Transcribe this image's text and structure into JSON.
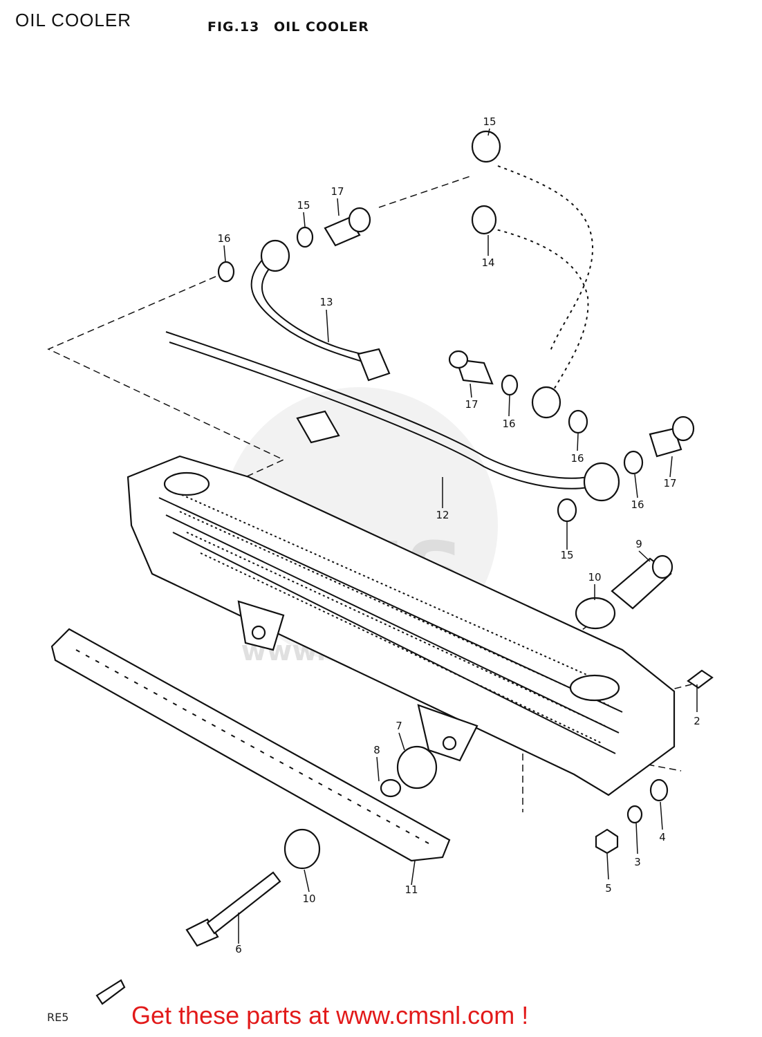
{
  "page_title": "OIL COOLER",
  "figure": {
    "number": "FIG.13",
    "title": "OIL COOLER"
  },
  "corner_code": "RE5",
  "call_to_action": "Get these parts at www.cmsnl.com !",
  "watermark": {
    "text": "CMS",
    "url_text": "www.cmsnl.com"
  },
  "callouts": [
    "2",
    "3",
    "4",
    "5",
    "6",
    "7",
    "8",
    "9",
    "10",
    "10",
    "11",
    "12",
    "13",
    "14",
    "15",
    "15",
    "15",
    "16",
    "16",
    "16",
    "16",
    "16",
    "17",
    "17",
    "17"
  ],
  "colors": {
    "cta": "#e21a1a",
    "ink": "#111111",
    "watermark": "#d9d9d9"
  }
}
